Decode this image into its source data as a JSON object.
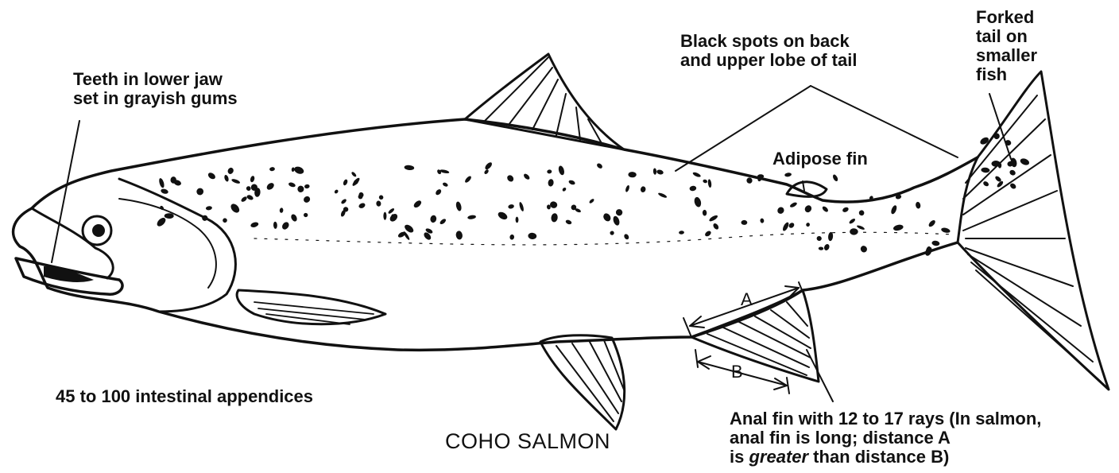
{
  "title": "COHO SALMON",
  "labels": {
    "teeth": [
      "Teeth in lower jaw",
      "set in grayish gums"
    ],
    "black_spots": [
      "Black spots on back",
      "and upper lobe of tail"
    ],
    "forked_tail": [
      "Forked",
      "tail on",
      "smaller",
      "fish"
    ],
    "adipose": "Adipose fin",
    "appendices": "45 to 100 intestinal appendices",
    "anal_fin": [
      "Anal fin with 12 to 17 rays (In salmon,",
      "anal fin is long; distance A"
    ],
    "anal_fin_last": {
      "prefix": "is ",
      "emphasis": "greater",
      "suffix": " than distance B)"
    },
    "dim_a": "A",
    "dim_b": "B"
  }
}
